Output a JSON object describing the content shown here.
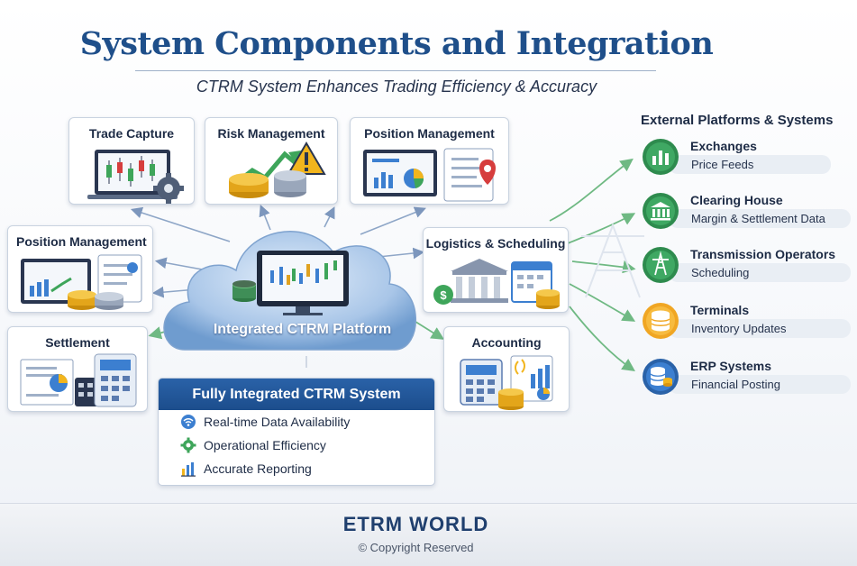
{
  "header": {
    "title": "System Components and Integration",
    "subtitle": "CTRM System Enhances Trading Efficiency & Accuracy"
  },
  "components": [
    {
      "id": "trade-capture",
      "label": "Trade Capture"
    },
    {
      "id": "risk-management",
      "label": "Risk Management"
    },
    {
      "id": "position-management-top",
      "label": "Position Management"
    },
    {
      "id": "position-management-left",
      "label": "Position Management"
    },
    {
      "id": "logistics-scheduling",
      "label": "Logistics & Scheduling"
    },
    {
      "id": "settlement",
      "label": "Settlement"
    },
    {
      "id": "accounting",
      "label": "Accounting"
    }
  ],
  "hub": {
    "label": "Integrated CTRM Platform"
  },
  "summary": {
    "title": "Fully Integrated CTRM System",
    "features": [
      {
        "label": "Real-time Data Availability",
        "icon": "wifi-icon"
      },
      {
        "label": "Operational Efficiency",
        "icon": "gear-icon"
      },
      {
        "label": "Accurate Reporting",
        "icon": "bar-chart-icon"
      }
    ]
  },
  "external": {
    "heading": "External Platforms & Systems",
    "items": [
      {
        "name": "Exchanges",
        "desc": "Price Feeds",
        "icon": "bar-chart-icon",
        "color": "#2e8b4e"
      },
      {
        "name": "Clearing House",
        "desc": "Margin & Settlement Data",
        "icon": "bank-icon",
        "color": "#2e8b4e"
      },
      {
        "name": "Transmission Operators",
        "desc": "Scheduling",
        "icon": "power-tower-icon",
        "color": "#2e8b4e"
      },
      {
        "name": "Terminals",
        "desc": "Inventory Updates",
        "icon": "storage-tank-icon",
        "color": "#f0a623"
      },
      {
        "name": "ERP Systems",
        "desc": "Financial Posting",
        "icon": "database-icon",
        "color": "#2a62a8"
      }
    ]
  },
  "footer": {
    "brand": "ETRM WORLD",
    "copyright": "© Copyright Reserved"
  },
  "colors": {
    "primary": "#1f4f8a",
    "accent_green": "#2e8b4e",
    "accent_gold": "#f0a623"
  }
}
